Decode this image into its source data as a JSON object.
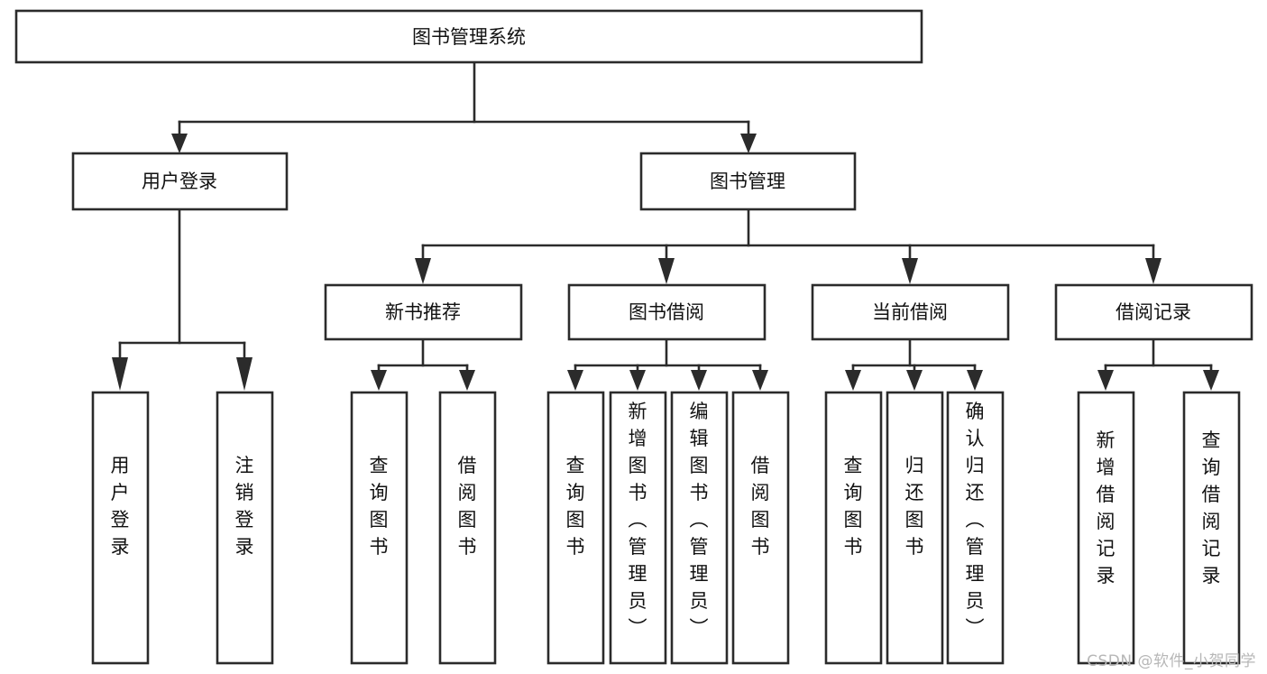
{
  "diagram": {
    "title": "图书管理系统",
    "type": "tree-hierarchy",
    "watermark": "CSDN @软件_小贺同学",
    "colors": {
      "box_fill": "#ffffff",
      "box_stroke": "#2b2b2b",
      "text": "#111111",
      "watermark": "#b7b7b7",
      "background": "#ffffff"
    },
    "nodes": {
      "root": {
        "label": "图书管理系统",
        "orientation": "horizontal"
      },
      "level2": [
        {
          "id": "user-login",
          "label": "用户登录",
          "orientation": "horizontal"
        },
        {
          "id": "book-manage",
          "label": "图书管理",
          "orientation": "horizontal"
        }
      ],
      "level3": [
        {
          "id": "new-book-recommend",
          "label": "新书推荐",
          "orientation": "horizontal"
        },
        {
          "id": "book-borrow",
          "label": "图书借阅",
          "orientation": "horizontal"
        },
        {
          "id": "current-borrow",
          "label": "当前借阅",
          "orientation": "horizontal"
        },
        {
          "id": "borrow-record",
          "label": "借阅记录",
          "orientation": "horizontal"
        }
      ],
      "leaves": {
        "user-login": [
          {
            "id": "leaf-user-login",
            "label": "用户登录",
            "orientation": "vertical"
          },
          {
            "id": "leaf-logout-login",
            "label": "注销登录",
            "orientation": "vertical"
          }
        ],
        "new-book-recommend": [
          {
            "id": "leaf-query-book-1",
            "label": "查询图书",
            "orientation": "vertical"
          },
          {
            "id": "leaf-borrow-book-1",
            "label": "借阅图书",
            "orientation": "vertical"
          }
        ],
        "book-borrow": [
          {
            "id": "leaf-query-book-2",
            "label": "查询图书",
            "orientation": "vertical"
          },
          {
            "id": "leaf-add-book",
            "label": "新增图书（管理员）",
            "orientation": "vertical"
          },
          {
            "id": "leaf-edit-book",
            "label": "编辑图书（管理员）",
            "orientation": "vertical"
          },
          {
            "id": "leaf-borrow-book-2",
            "label": "借阅图书",
            "orientation": "vertical"
          }
        ],
        "current-borrow": [
          {
            "id": "leaf-query-book-3",
            "label": "查询图书",
            "orientation": "vertical"
          },
          {
            "id": "leaf-return-book",
            "label": "归还图书",
            "orientation": "vertical"
          },
          {
            "id": "leaf-confirm-return",
            "label": "确认归还（管理员）",
            "orientation": "vertical"
          }
        ],
        "borrow-record": [
          {
            "id": "leaf-add-record",
            "label": "新增借阅记录",
            "orientation": "vertical"
          },
          {
            "id": "leaf-query-record",
            "label": "查询借阅记录",
            "orientation": "vertical"
          }
        ]
      }
    }
  }
}
